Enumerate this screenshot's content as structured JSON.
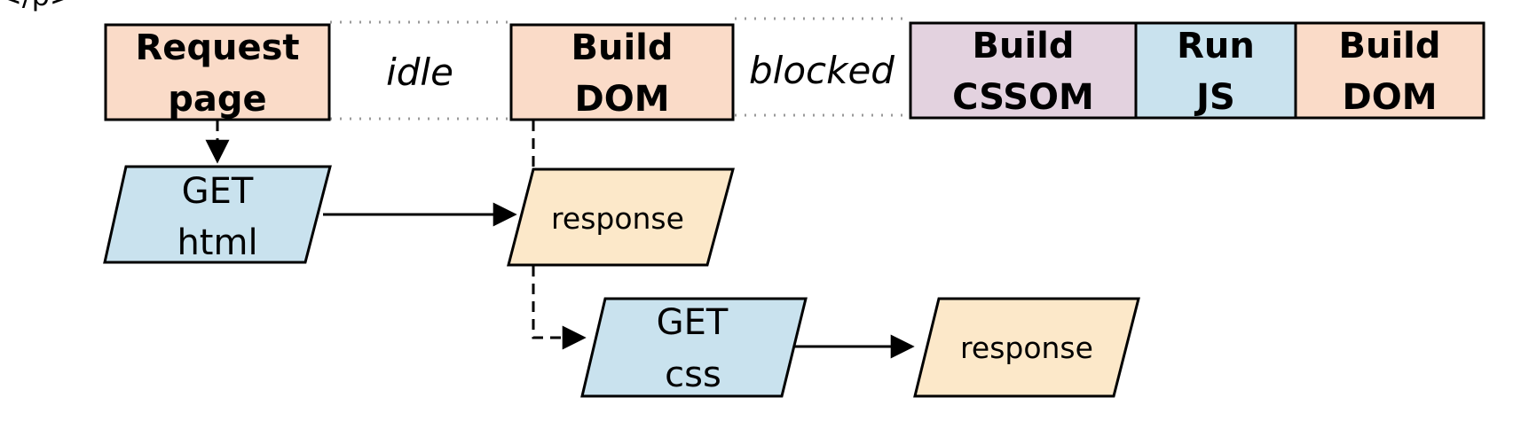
{
  "corner_fragment": "</p>",
  "colors": {
    "peach": "#fadbc8",
    "mauve": "#e3d2df",
    "light_blue": "#c9e2ee",
    "cream": "#fce8c9",
    "stroke": "#000000",
    "dotted": "#9a9a9a"
  },
  "timeline": {
    "request_page": [
      "Request",
      "page"
    ],
    "idle": "idle",
    "build_dom_1": [
      "Build",
      "DOM"
    ],
    "blocked": "blocked",
    "build_cssom": [
      "Build",
      "CSSOM"
    ],
    "run_js": [
      "Run",
      "JS"
    ],
    "build_dom_2": [
      "Build",
      "DOM"
    ]
  },
  "network": {
    "get_html": [
      "GET",
      "html"
    ],
    "response_html": "response",
    "get_css": [
      "GET",
      "css"
    ],
    "response_css": "response"
  }
}
